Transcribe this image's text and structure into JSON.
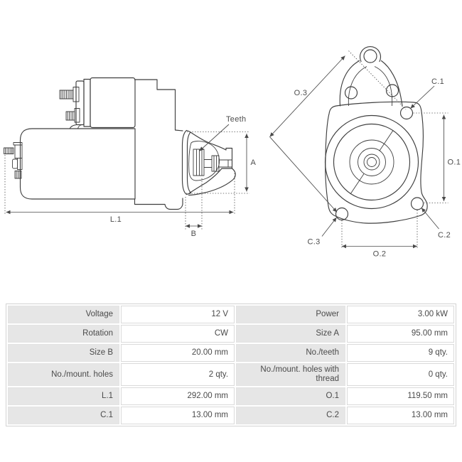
{
  "diagram": {
    "side_view": {
      "teeth_label": "Teeth",
      "dim_a": "A",
      "dim_b": "B",
      "dim_l1": "L.1"
    },
    "end_view": {
      "dim_o1": "O.1",
      "dim_o2": "O.2",
      "dim_o3": "O.3",
      "dim_c1": "C.1",
      "dim_c2": "C.2",
      "dim_c3": "C.3"
    },
    "line_color": "#3f3f3f",
    "dim_color": "#4a4a4a"
  },
  "spec_table": {
    "rows": [
      {
        "ll": "Voltage",
        "lv": "12 V",
        "rl": "Power",
        "rv": "3.00 kW"
      },
      {
        "ll": "Rotation",
        "lv": "CW",
        "rl": "Size A",
        "rv": "95.00 mm"
      },
      {
        "ll": "Size B",
        "lv": "20.00 mm",
        "rl": "No./teeth",
        "rv": "9 qty."
      },
      {
        "ll": "No./mount. holes",
        "lv": "2 qty.",
        "rl": "No./mount. holes with thread",
        "rv": "0 qty."
      },
      {
        "ll": "L.1",
        "lv": "292.00 mm",
        "rl": "O.1",
        "rv": "119.50 mm"
      },
      {
        "ll": "C.1",
        "lv": "13.00 mm",
        "rl": "C.2",
        "rv": "13.00 mm"
      }
    ],
    "colors": {
      "label_bg": "#e6e6e6",
      "value_bg": "#ffffff",
      "cell_border": "#dadada",
      "text": "#4a4a4a"
    }
  }
}
